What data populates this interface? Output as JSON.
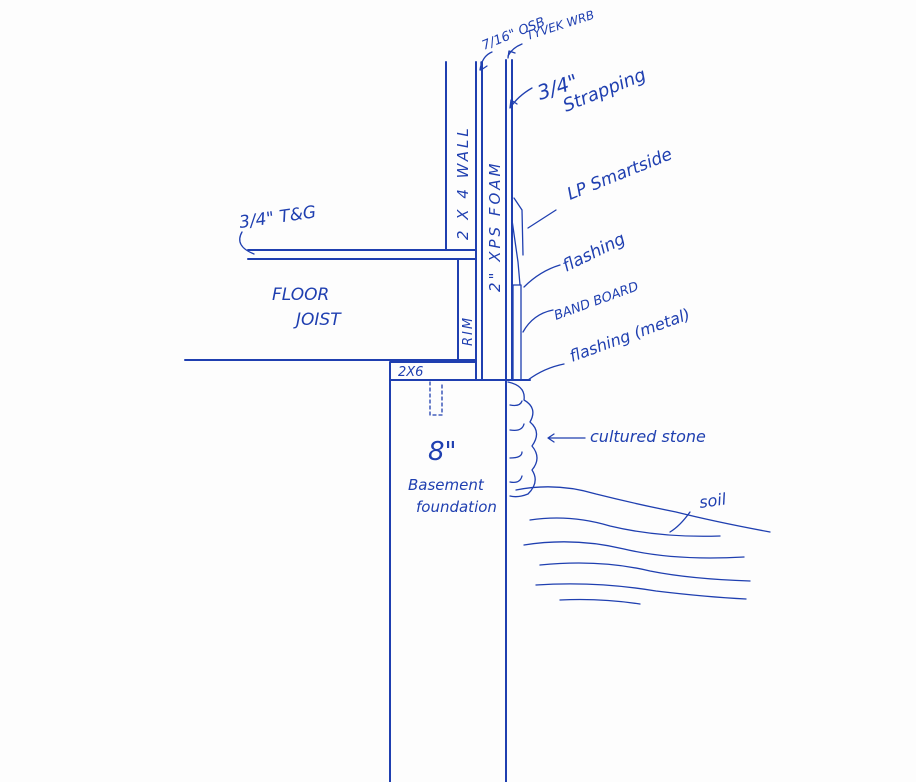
{
  "ink_color": "#1f3fb0",
  "labels": {
    "osb": "7/16\" OSB",
    "tyvek": "TYVEK WRB",
    "strapping_size": "3/4\"",
    "strapping": "Strapping",
    "wall": "2 X 4 WALL",
    "foam": "2\" XPS FOAM",
    "tg": "3/4\" T&G",
    "smartside": "LP Smartside",
    "flashing": "flashing",
    "band_board": "BAND BOARD",
    "flashing_metal": "flashing (metal)",
    "floor": "FLOOR",
    "joist": "JOIST",
    "rim": "RIM",
    "sill": "2X6",
    "foundation_size": "8\"",
    "foundation_1": "Basement",
    "foundation_2": "foundation",
    "cultured_stone": "cultured stone",
    "soil": "soil"
  }
}
